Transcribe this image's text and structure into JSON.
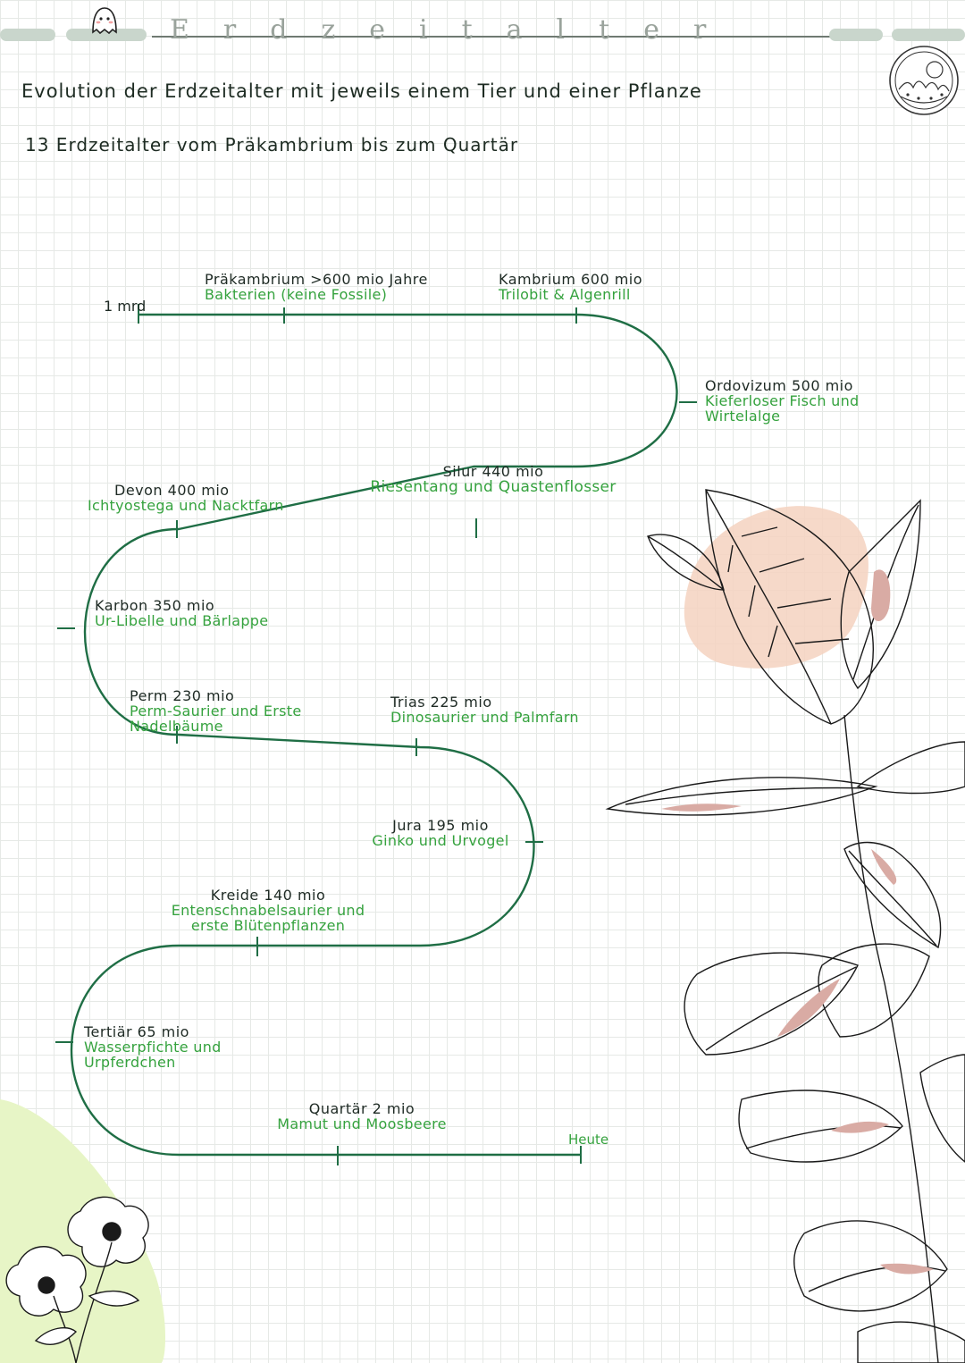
{
  "header": {
    "title": "Erdzeitalter"
  },
  "intro": {
    "line1": "Evolution der Erdzeitalter mit jeweils einem Tier und einer Pflanze",
    "line2": "13 Erdzeitalter vom Präkambrium bis zum Quartär"
  },
  "timeline": {
    "start_label": "1 mrd",
    "end_label": "Heute",
    "eras": [
      {
        "name": "Präkambrium >600 mio Jahre",
        "desc": "Bakterien (keine Fossile)"
      },
      {
        "name": "Kambrium 600 mio",
        "desc": "Trilobit & Algenrill"
      },
      {
        "name": "Ordovizum 500 mio",
        "desc": "Kieferloser Fisch und Wirtelalge"
      },
      {
        "name": "Silur 440 mio",
        "desc": "Riesentang und Quastenflosser"
      },
      {
        "name": "Devon 400 mio",
        "desc": "Ichtyostega und Nacktfarn"
      },
      {
        "name": "Karbon 350 mio",
        "desc": "Ur-Libelle und Bärlappe"
      },
      {
        "name": "Perm 230 mio",
        "desc": "Perm-Saurier und Erste Nadelbäume"
      },
      {
        "name": "Trias 225 mio",
        "desc": "Dinosaurier und Palmfarn"
      },
      {
        "name": "Jura 195 mio",
        "desc": "Ginko und Urvogel"
      },
      {
        "name": "Kreide 140 mio",
        "desc": "Entenschnabelsaurier und erste Blütenpflanzen"
      },
      {
        "name": "Tertiär 65 mio",
        "desc": "Wasserpfichte und Urpferdchen"
      },
      {
        "name": "Quartär 2 mio",
        "desc": "Mamut und Moosbeere"
      }
    ]
  },
  "colors": {
    "timeline": "#1f6e45",
    "text_green": "#35a23e",
    "text_dark": "#1e2a24",
    "accent_pink": "#f2c9b3",
    "accent_mauve": "#d9aba4",
    "accent_lime": "#e7f5c6"
  }
}
